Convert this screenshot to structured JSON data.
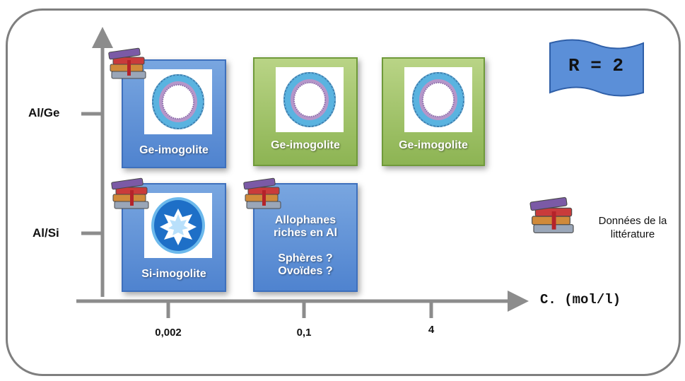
{
  "axes": {
    "x_label": "C. (mol/l)",
    "y_labels": [
      "Al/Ge",
      "Al/Si"
    ],
    "x_ticks": [
      "0,002",
      "0,1",
      "4"
    ]
  },
  "badge": {
    "text": "R = 2"
  },
  "cards": [
    {
      "label": "Ge-imogolite",
      "color": "blue",
      "image": "ge-imogolite-tube"
    },
    {
      "label": "Ge-imogolite",
      "color": "green",
      "image": "ge-imogolite-tube"
    },
    {
      "label": "Ge-imogolite",
      "color": "green",
      "image": "ge-imogolite-tube"
    },
    {
      "label": "Si-imogolite",
      "color": "blue",
      "image": "si-imogolite-tube"
    },
    {
      "label": "Allophanes\nriches en Al\n\nSphères ?\nOvoïdes ?",
      "color": "blue",
      "image": ""
    }
  ],
  "legend": {
    "text": "Données de la\nlittérature",
    "icon": "books-icon"
  },
  "colors": {
    "blue": "#5b8dd6",
    "green": "#9dc163",
    "badge": "#5b8fd8"
  }
}
